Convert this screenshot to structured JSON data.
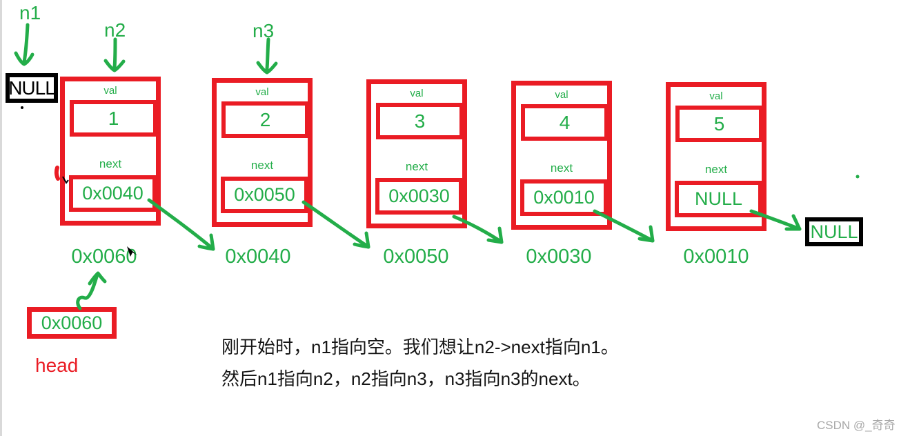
{
  "pointer_labels": {
    "n1": "n1",
    "n2": "n2",
    "n3": "n3"
  },
  "null_box_left": {
    "text": "NULL"
  },
  "null_box_right": {
    "text": "NULL"
  },
  "nodes": [
    {
      "val_label": "val",
      "val": "1",
      "next_label": "next",
      "next": "0x0040",
      "address": "0x0060"
    },
    {
      "val_label": "val",
      "val": "2",
      "next_label": "next",
      "next": "0x0050",
      "address": "0x0040"
    },
    {
      "val_label": "val",
      "val": "3",
      "next_label": "next",
      "next": "0x0030",
      "address": "0x0050"
    },
    {
      "val_label": "val",
      "val": "4",
      "next_label": "next",
      "next": "0x0010",
      "address": "0x0030"
    },
    {
      "val_label": "val",
      "val": "5",
      "next_label": "next",
      "next": "NULL",
      "address": "0x0010"
    }
  ],
  "head": {
    "box_value": "0x0060",
    "label": "head"
  },
  "caption": {
    "line1": "刚开始时，n1指向空。我们想让n2->next指向n1。",
    "line2": "然后n1指向n2，n2指向n3，n3指向n3的next。"
  },
  "watermark": "CSDN @_奇奇",
  "colors": {
    "red": "#ea1c24",
    "green": "#23ad49",
    "black": "#000000",
    "gray": "#a8a8a8"
  }
}
